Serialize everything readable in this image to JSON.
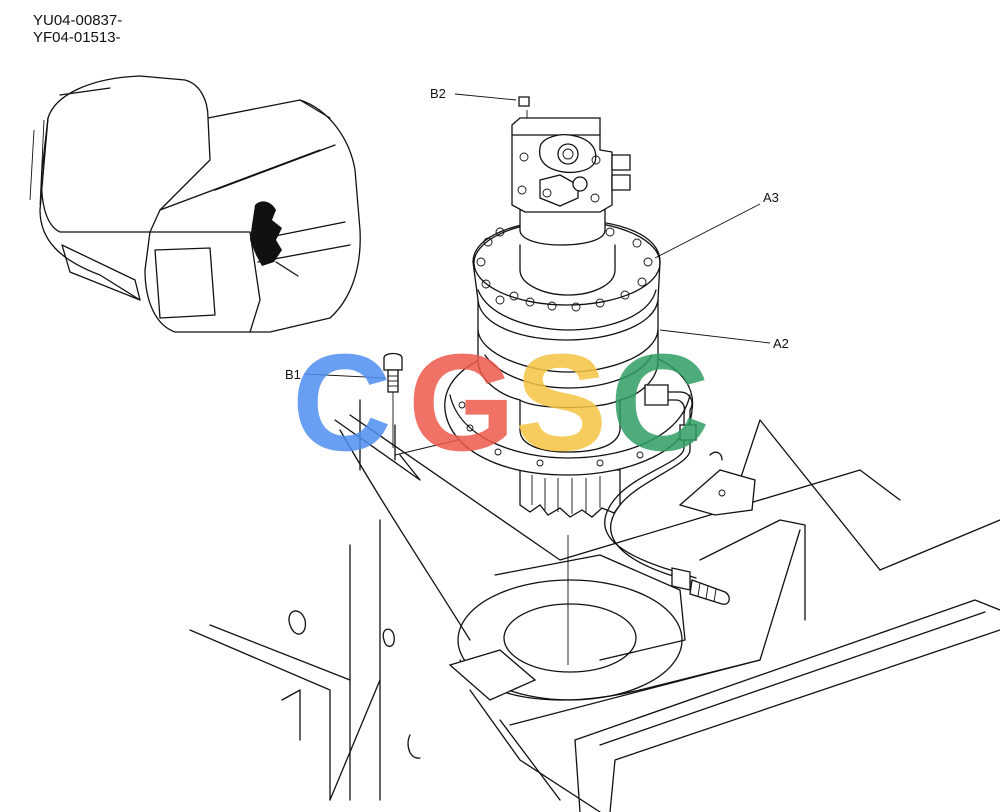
{
  "header": {
    "serial_1": "YU04-00837-",
    "serial_2": "YF04-01513-"
  },
  "callouts": {
    "b2": "B2",
    "a3": "A3",
    "a2": "A2",
    "b1": "B1"
  },
  "watermark": {
    "letters": [
      "C",
      "G",
      "S",
      "C"
    ],
    "colors": [
      "#4f8ff0",
      "#ee5a4c",
      "#f6c443",
      "#2e9e62"
    ]
  }
}
